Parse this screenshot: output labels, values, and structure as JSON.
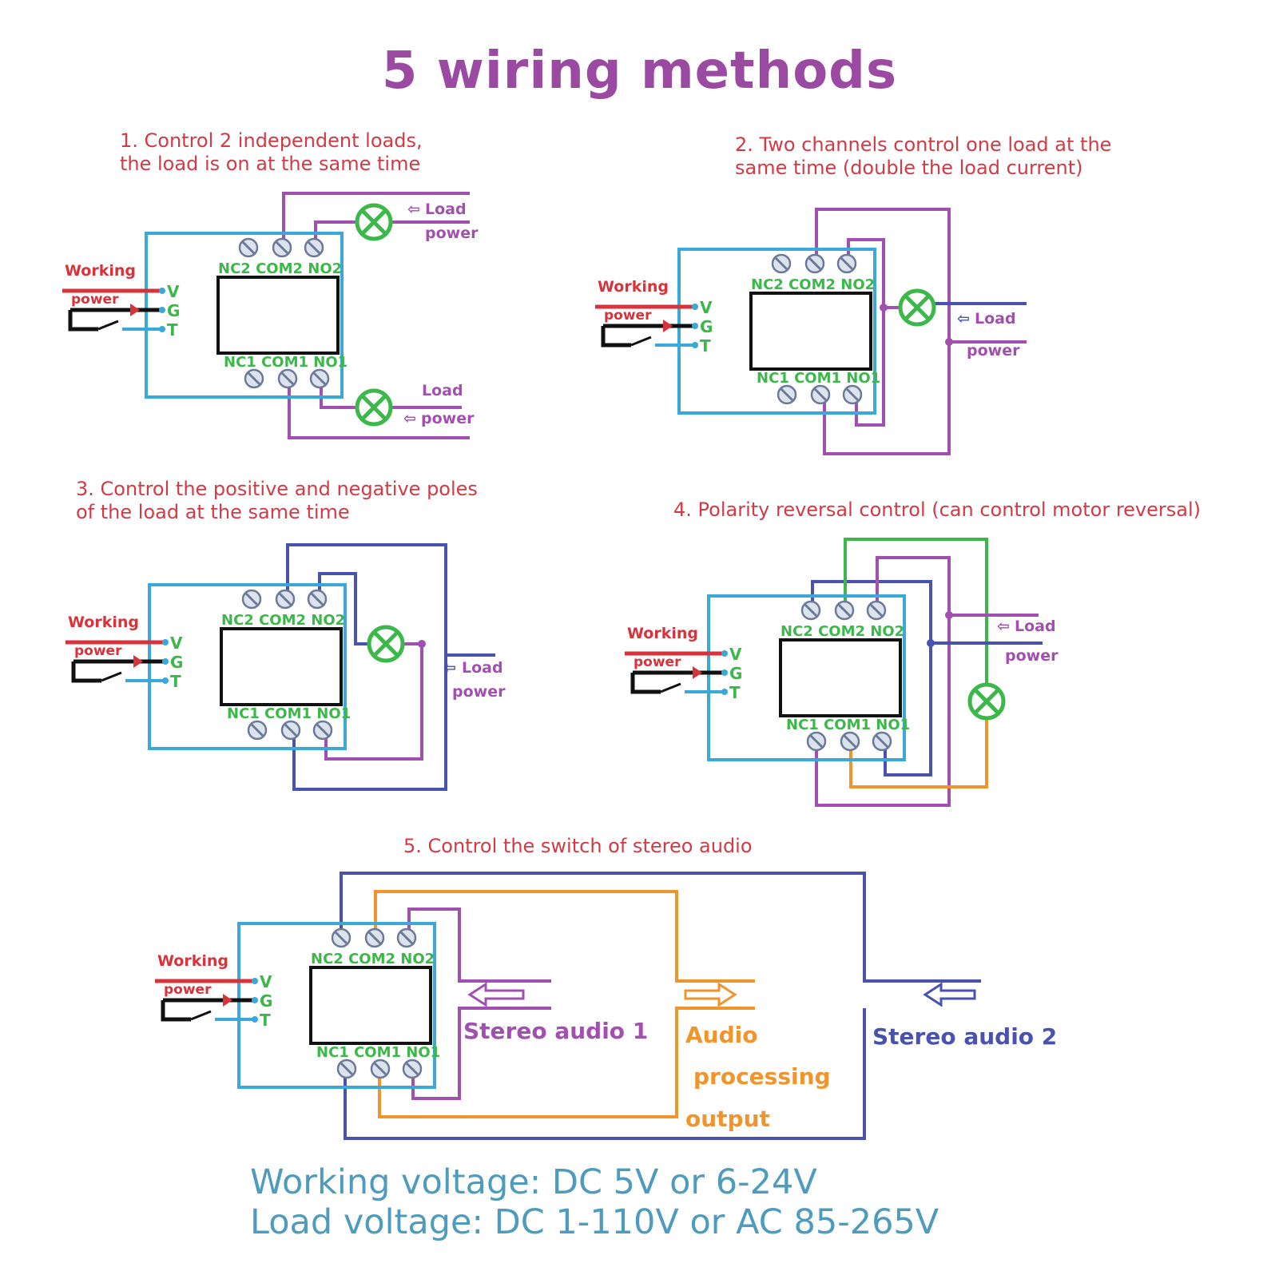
{
  "title": "5 wiring methods",
  "diagrams": [
    {
      "caption": "1. Control 2 independent loads,\nthe load is on at the same time",
      "load_label_1": "Load",
      "load_label_2": "power",
      "load2_label_1": "Load",
      "load2_label_2": "power"
    },
    {
      "caption": "2. Two channels control one load at the\nsame time (double the load current)",
      "load_label_1": "Load",
      "load_label_2": "power"
    },
    {
      "caption": "3. Control the positive and negative poles\nof the load at the same time",
      "load_label_1": "Load",
      "load_label_2": "power"
    },
    {
      "caption": "4. Polarity reversal control (can control motor reversal)",
      "load_label_1": "Load",
      "load_label_2": "power"
    },
    {
      "caption": "5. Control the switch of stereo audio",
      "audio1": "Stereo audio 1",
      "audio_out_1": "Audio",
      "audio_out_2": "processing",
      "audio_out_3": "output",
      "audio2": "Stereo audio 2"
    }
  ],
  "module_labels": {
    "top": "NC2 COM2 NO2",
    "bottom": "NC1 COM1 NO1",
    "working_1": "Working",
    "working_2": "power",
    "pin_v": "V",
    "pin_g": "G",
    "pin_t": "T"
  },
  "footer": {
    "line1": "Working voltage: DC 5V or 6-24V",
    "line2": "Load voltage: DC 1-110V or AC 85-265V"
  },
  "colors": {
    "title": "#9b4aa2",
    "caption": "#d03b45",
    "footer": "#4e9bbd",
    "box": "#3aa8d8",
    "purple_wire": "#a250b0",
    "blue_wire": "#4a52b0",
    "green_wire": "#3cb84a",
    "orange_wire": "#f0952e",
    "red_wire": "#d8323a",
    "green_text": "#3cb84a"
  }
}
